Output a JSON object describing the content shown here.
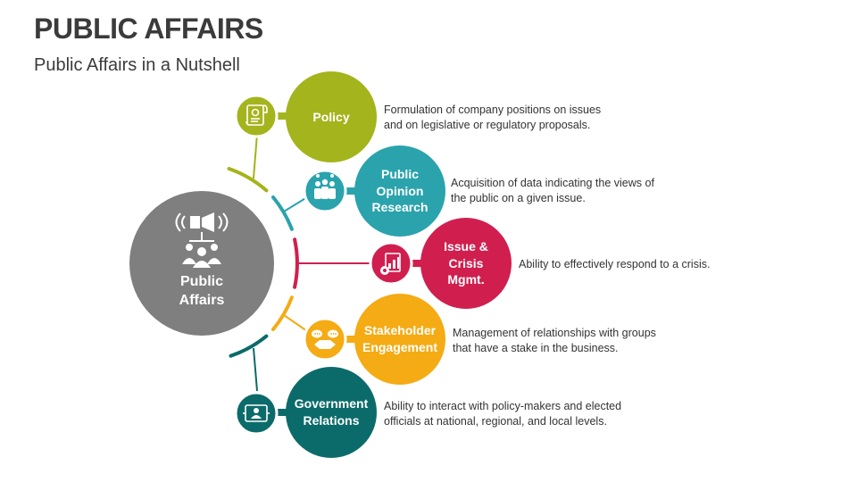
{
  "header": {
    "title": "PUBLIC AFFAIRS",
    "subtitle": "Public Affairs in a Nutshell"
  },
  "center": {
    "label": "Public\nAffairs",
    "icon": "megaphone-people-icon",
    "color": "#7f7f7f"
  },
  "items": [
    {
      "label": "Policy",
      "description": "Formulation of company positions on issues\nand on legislative or regulatory proposals.",
      "color": "#a4b41c",
      "icon": "document-scroll-icon"
    },
    {
      "label": "Public\nOpinion\nResearch",
      "description": "Acquisition of data indicating the views of\nthe public on a given issue.",
      "color": "#2aa3ad",
      "icon": "group-people-icon"
    },
    {
      "label": "Issue &\nCrisis\nMgmt.",
      "description": "Ability to effectively respond to a crisis.",
      "color": "#d01f4f",
      "icon": "chart-gear-icon"
    },
    {
      "label": "Stakeholder\nEngagement",
      "description": "Management of relationships with groups\nthat have a stake in the business.",
      "color": "#f5ab14",
      "icon": "handshake-chat-icon"
    },
    {
      "label": "Government\nRelations",
      "description": "Ability to interact with policy-makers and elected\nofficials at national, regional, and local levels.",
      "color": "#0b6b6a",
      "icon": "id-card-icon"
    }
  ]
}
